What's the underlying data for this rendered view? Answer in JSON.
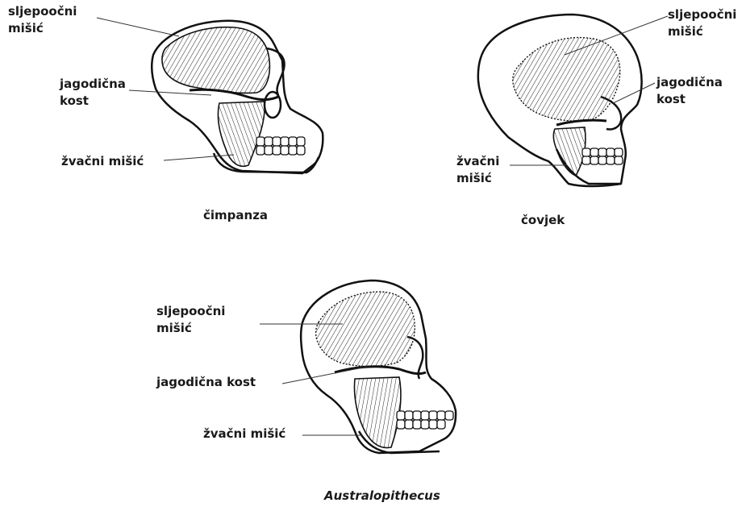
{
  "chimp": {
    "temporalis": [
      "sljepoočni",
      "mišić"
    ],
    "zygomatic": [
      "jagodična",
      "kost"
    ],
    "masseter": "žvačni mišić",
    "caption": "čimpanza"
  },
  "human": {
    "temporalis": [
      "sljepoočni",
      "mišić"
    ],
    "zygomatic": [
      "jagodična",
      "kost"
    ],
    "masseter": [
      "žvačni",
      "mišić"
    ],
    "caption": "čovjek"
  },
  "australopithecus": {
    "temporalis": [
      "sljepoočni",
      "mišić"
    ],
    "zygomatic": "jagodična kost",
    "masseter": "žvačni mišić",
    "caption": "Australopithecus"
  }
}
